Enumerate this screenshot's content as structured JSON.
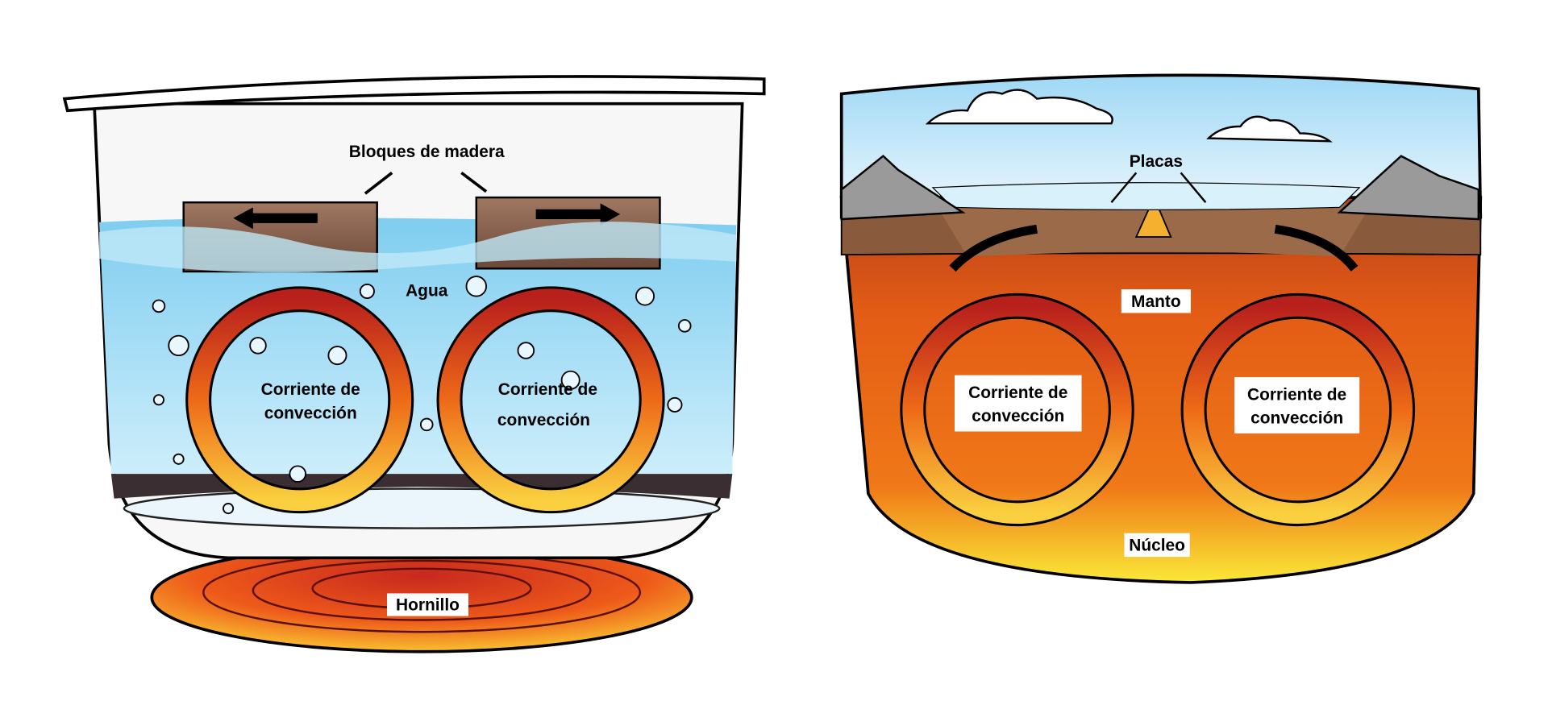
{
  "left_panel": {
    "wood_blocks_label": "Bloques de madera",
    "water_label": "Agua",
    "current_left": {
      "line1": "Corriente de",
      "line2": "convección"
    },
    "current_right": {
      "line1": "Corriente de",
      "line2": "convección"
    },
    "stove_label": "Hornillo"
  },
  "right_panel": {
    "plates_label": "Placas",
    "mantle_label": "Manto",
    "current_left": {
      "line1": "Corriente de",
      "line2": "convección"
    },
    "current_right": {
      "line1": "Corriente de",
      "line2": "convección"
    },
    "core_label": "Núcleo"
  },
  "colors": {
    "water": "#a8def5",
    "crust": "#8a5a3c",
    "mantle": "#e8601a",
    "core": "#f8e030",
    "arrow_hot": "#c8281e",
    "arrow_cool": "#f8c030"
  }
}
